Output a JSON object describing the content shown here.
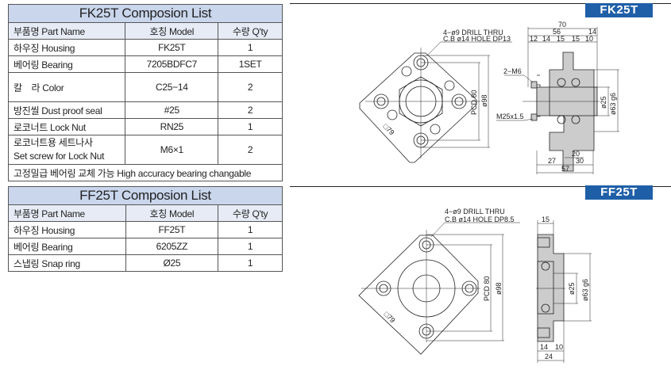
{
  "fk_table": {
    "title": "FK25T Composion List",
    "headers": [
      "부품명 Part Name",
      "호칭 Model",
      "수량 Q'ty"
    ],
    "rows": [
      [
        "하우징 Housing",
        "FK25T",
        "1"
      ],
      [
        "베어링 Bearing",
        "7205BDFC7",
        "1SET"
      ],
      [
        "칼　라 Color",
        "C25−14",
        "2"
      ],
      [
        "방진씰 Dust proof seal",
        "#25",
        "2"
      ],
      [
        "로코너트 Lock Nut",
        "RN25",
        "1"
      ],
      [
        "로코너트용 세트나사",
        "M6×1",
        "2"
      ]
    ],
    "setscrew_sub": "Set screw for Lock Nut",
    "note": "고정밀급 베어링 교체 가능 High accuracy bearing changable"
  },
  "ff_table": {
    "title": "FF25T Composion List",
    "headers": [
      "부품명 Part Name",
      "호칭 Model",
      "수량 Q'ty"
    ],
    "rows": [
      [
        "하우징 Housing",
        "FF25T",
        "1"
      ],
      [
        "베어링 Bearing",
        "6205ZZ",
        "1"
      ],
      [
        "스냅링 Snap ring",
        "Ø25",
        "1"
      ]
    ]
  },
  "fk_drawing": {
    "badge": "FK25T",
    "hole_note1": "4−ø9 DRILL THRU",
    "hole_note2": "C.B ø14 HOLE DP13",
    "pcd": "PCD 80",
    "dia98": "ø98",
    "sq79": "□79",
    "m6": "2−M6",
    "m25": "M25x1.5",
    "d25": "ø25",
    "d63": "ø63 g6",
    "dims": {
      "d70": "70",
      "d56": "56",
      "d14a": "14",
      "d12": "12",
      "d14b": "14",
      "d15a": "15",
      "d15b": "15",
      "d10": "10",
      "d20": "20",
      "d27": "27",
      "d30": "30",
      "d57": "57"
    }
  },
  "ff_drawing": {
    "badge": "FF25T",
    "hole_note1": "4−ø9 DRILL THRU",
    "hole_note2": "C.B ø14 HOLE DP8.5",
    "pcd": "PCD 80",
    "dia98": "ø98",
    "sq79": "□79",
    "d25": "ø25",
    "d63": "ø63 g6",
    "dims": {
      "d15": "15",
      "d14": "14",
      "d10": "10",
      "d24": "24"
    }
  }
}
